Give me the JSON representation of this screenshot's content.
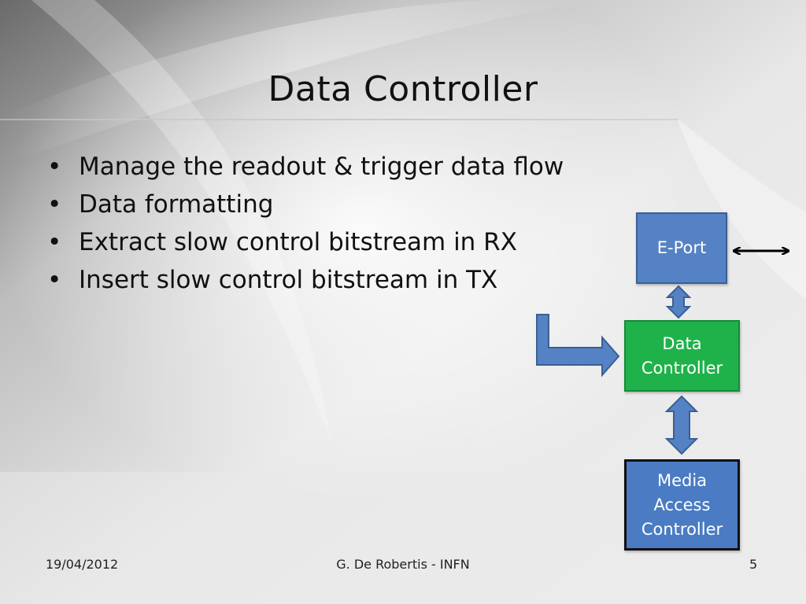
{
  "slide": {
    "title": "Data Controller",
    "bullets": [
      "Manage the readout & trigger data flow",
      "Data formatting",
      "Extract slow control bitstream in RX",
      "Insert slow control bitstream in TX"
    ]
  },
  "diagram": {
    "eport_label": "E-Port",
    "data_controller_line1": "Data",
    "data_controller_line2": "Controller",
    "mac_line1": "Media",
    "mac_line2": "Access",
    "mac_line3": "Controller",
    "colors": {
      "eport_fill": "#5582c4",
      "data_controller_fill": "#1fb24a",
      "mac_fill": "#4a7bc3",
      "arrow_fill": "#5582c4"
    }
  },
  "footer": {
    "date": "19/04/2012",
    "author": "G. De Robertis - INFN",
    "page": "5"
  }
}
